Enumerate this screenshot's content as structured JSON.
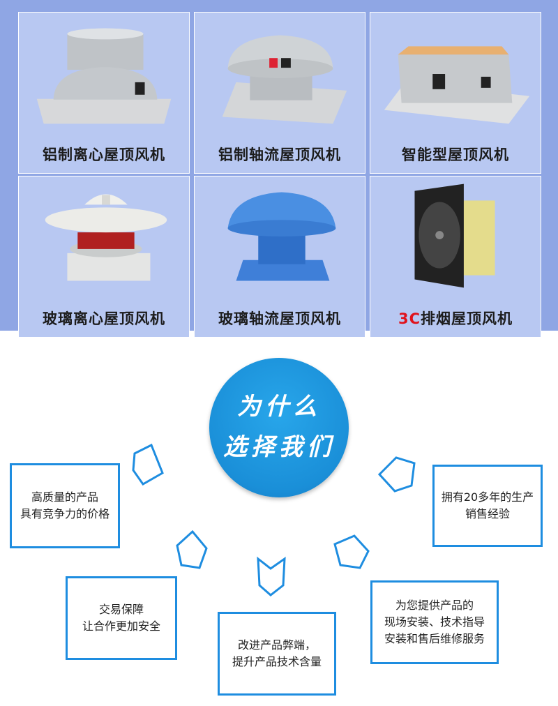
{
  "products": [
    {
      "label": "铝制离心屋顶风机"
    },
    {
      "label": "铝制轴流屋顶风机"
    },
    {
      "label": "智能型屋顶风机"
    },
    {
      "label": "玻璃离心屋顶风机"
    },
    {
      "label": "玻璃轴流屋顶风机"
    },
    {
      "label_prefix": "3C",
      "label": "排烟屋顶风机"
    }
  ],
  "why": {
    "line1": "为什么",
    "line2": "选择我们",
    "reasons": [
      {
        "l1": "高质量的产品",
        "l2": "具有竞争力的价格"
      },
      {
        "l1": "拥有20多年的生产",
        "l2": "销售经验"
      },
      {
        "l1": "交易保障",
        "l2": "让合作更加安全"
      },
      {
        "l1": "改进产品弊端，",
        "l2": "提升产品技术含量"
      },
      {
        "l1": "为您提供产品的",
        "l2": "现场安装、技术指导",
        "l3": "安装和售后维修服务"
      }
    ]
  }
}
